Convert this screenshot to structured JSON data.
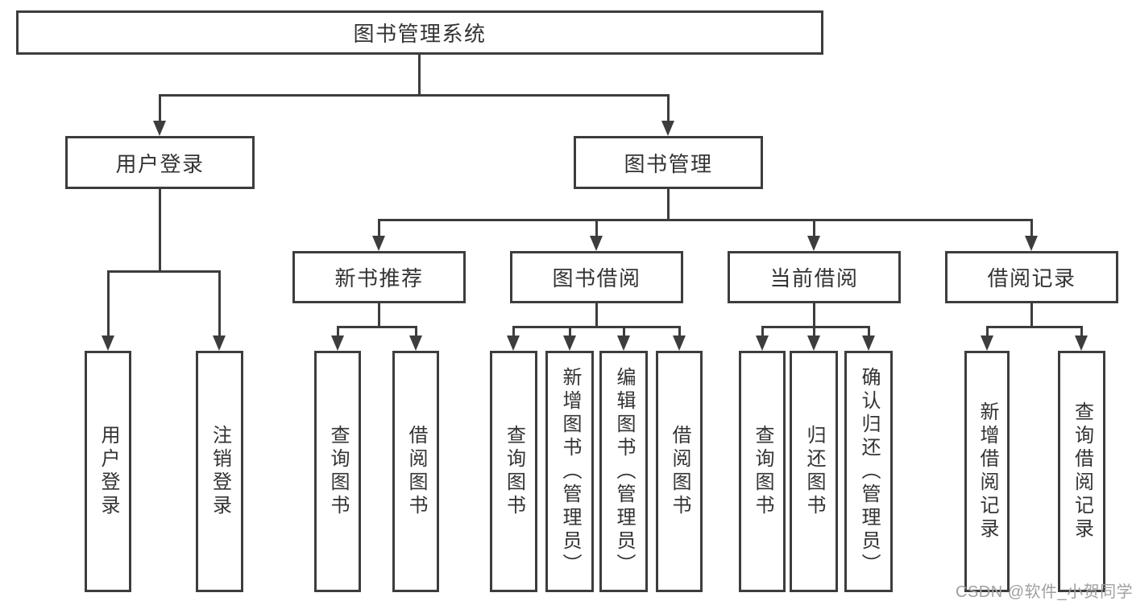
{
  "nodes": {
    "root": "图书管理系统",
    "user_login": "用户登录",
    "book_mgmt": "图书管理",
    "ul_login": "用户登录",
    "ul_logout": "注销登录",
    "new_book_rec": "新书推荐",
    "book_borrow": "图书借阅",
    "current_borrow": "当前借阅",
    "borrow_record": "借阅记录",
    "nbr_query_book": "查询图书",
    "nbr_borrow_book": "借阅图书",
    "bb_query_book": "查询图书",
    "bb_add_book": "新增图书（管理员）",
    "bb_edit_book": "编辑图书（管理员）",
    "bb_borrow_book": "借阅图书",
    "cb_query_book": "查询图书",
    "cb_return_book": "归还图书",
    "cb_confirm_return": "确认归还（管理员）",
    "br_add_record": "新增借阅记录",
    "br_query_record": "查询借阅记录"
  },
  "watermark": "CSDN @软件_小贺同学",
  "colors": {
    "line": "#3d3d3d",
    "text": "#333333",
    "watermark": "#a0a0a0",
    "background": "#ffffff"
  }
}
